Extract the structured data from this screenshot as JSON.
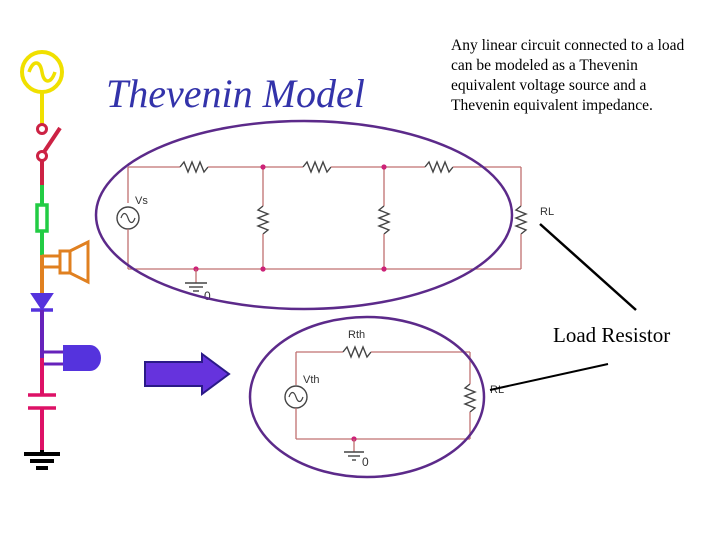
{
  "slide": {
    "title": "Thevenin Model",
    "description": "Any linear circuit connected to a load can be modeled as a Thevenin equivalent voltage source and a Thevenin equivalent impedance.",
    "callout_label": "Load Resistor"
  },
  "circuit_full": {
    "source_label": "Vs",
    "load_label": "RL",
    "ground_label": "0"
  },
  "circuit_equivalent": {
    "resistor_label": "Rth",
    "source_label": "Vth",
    "load_label": "RL",
    "ground_label": "0"
  },
  "colors": {
    "title": "#3333aa",
    "wire": "#c07070",
    "node": "#cc2277",
    "ellipse": "#5c2a8a",
    "arrow_fill": "#6633dd",
    "arrow_stroke": "#2b1a88",
    "sidebar_yellow": "#f0e000",
    "sidebar_red": "#cc2244",
    "sidebar_green": "#22cc44",
    "sidebar_orange": "#e08020",
    "sidebar_blue": "#5533dd",
    "sidebar_purple": "#6622bb",
    "sidebar_magenta": "#dd1166",
    "sidebar_black": "#000000"
  },
  "sidebar_icons": [
    "ac-source-icon",
    "switch-icon",
    "fuse-icon",
    "speaker-icon",
    "diode-icon",
    "plug-icon",
    "capacitor-icon",
    "ground-icon"
  ]
}
